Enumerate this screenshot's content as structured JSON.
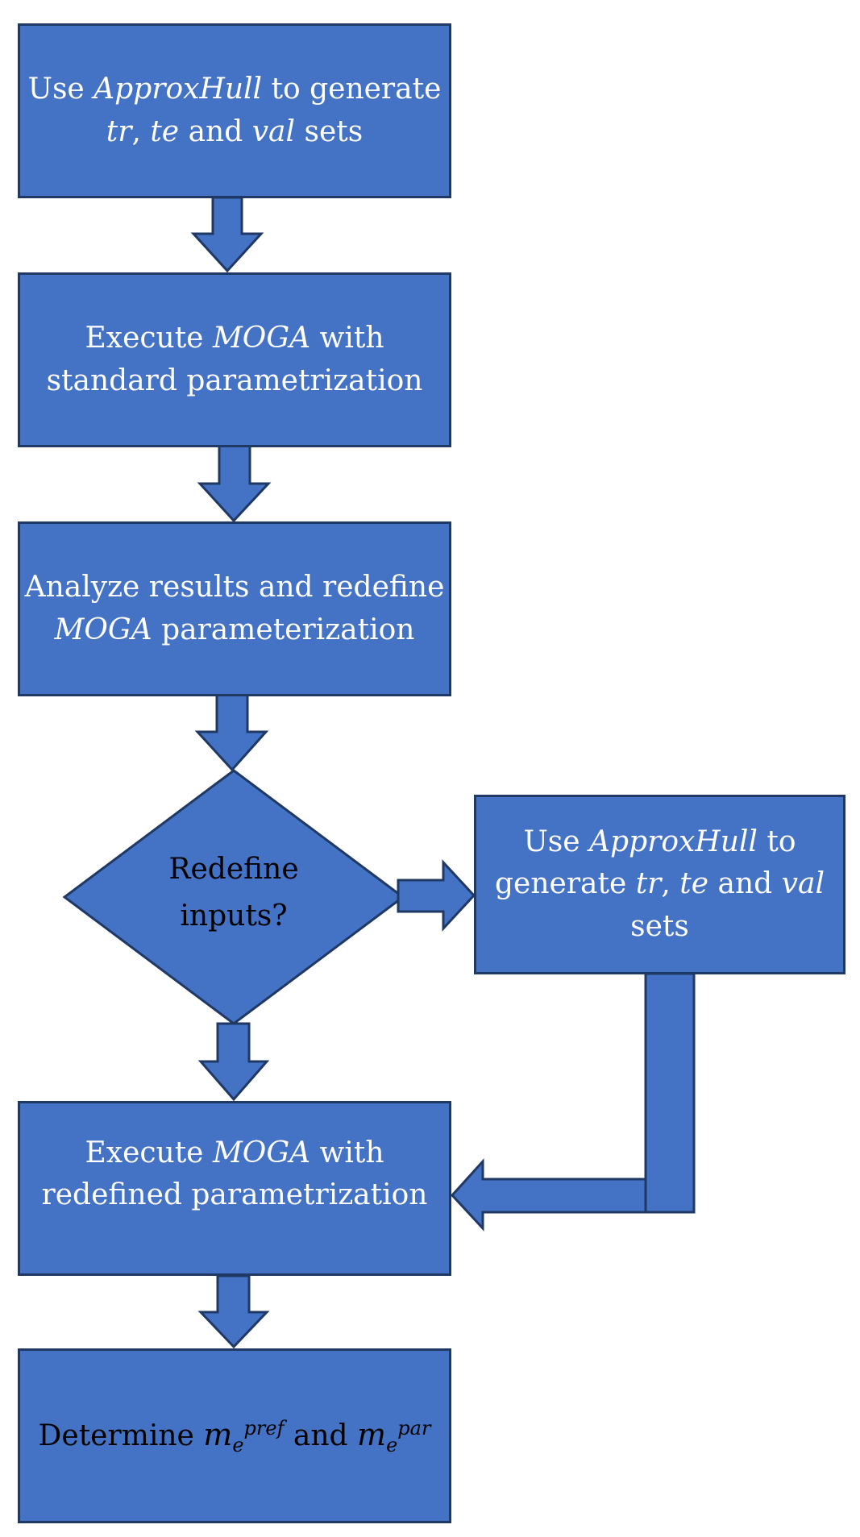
{
  "boxes": {
    "b1": {
      "prefix": "Use ",
      "tool": "ApproxHull",
      "mid": " to generate",
      "tr": "tr",
      "comma": ", ",
      "te": "te",
      "and": " and ",
      "val": "val",
      "suffix": " sets"
    },
    "b2": {
      "prefix": "Execute ",
      "tool": "MOGA",
      "suffix": " with",
      "line2": "standard parametrization"
    },
    "b3": {
      "line1": "Analyze results and redefine",
      "tool": "MOGA",
      "suffix": " parameterization"
    },
    "decision": {
      "line1": "Redefine",
      "line2": "inputs?"
    },
    "side": {
      "prefix": "Use ",
      "tool": "ApproxHull",
      "mid": " to",
      "gen": "generate ",
      "tr": "tr",
      "comma": ", ",
      "te": "te",
      "and": " and ",
      "val": "val",
      "line3": "sets"
    },
    "b5": {
      "prefix": "Execute ",
      "tool": "MOGA",
      "suffix": " with",
      "line2": "redefined parametrization"
    },
    "b6": {
      "prefix": "Determine ",
      "m1": "m",
      "m1_sub": "e",
      "m1_sup": "pref",
      "and": " and ",
      "m2": "m",
      "m2_sub": "e",
      "m2_sup": "par"
    }
  },
  "colors": {
    "box_fill": "#4472c4",
    "box_border": "#1f3864",
    "box_text": "#ffffff",
    "decision_text": "#000000"
  }
}
